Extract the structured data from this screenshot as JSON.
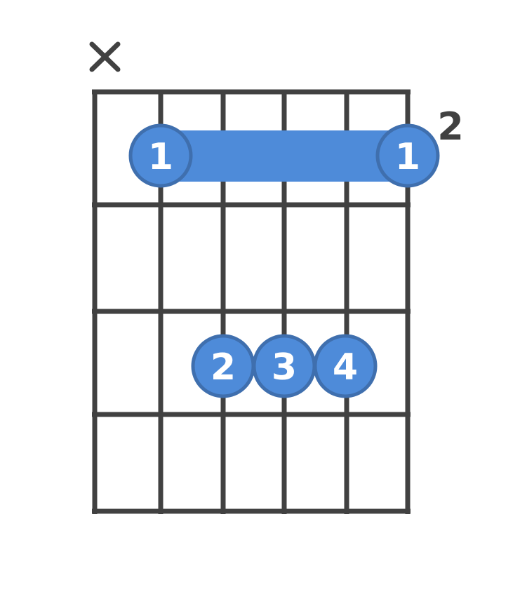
{
  "chord": {
    "type": "guitar-chord-diagram",
    "strings": 6,
    "frets_shown": 4,
    "starting_fret_label": "2",
    "string_markers": [
      {
        "string": 6,
        "marker": "x",
        "meaning": "muted"
      }
    ],
    "barre": {
      "finger": "1",
      "fret": 1,
      "from_string": 5,
      "to_string": 1
    },
    "fingers": [
      {
        "label": "1",
        "string": 5,
        "fret": 1
      },
      {
        "label": "1",
        "string": 1,
        "fret": 1
      },
      {
        "label": "2",
        "string": 4,
        "fret": 3
      },
      {
        "label": "3",
        "string": 3,
        "fret": 3
      },
      {
        "label": "4",
        "string": 2,
        "fret": 3
      }
    ]
  },
  "colors": {
    "grid": "#414141",
    "dot_fill": "#4e8bd9",
    "dot_stroke": "#3f6fae",
    "dot_text": "#ffffff",
    "barre": "#4e8bd9",
    "label": "#414141"
  }
}
